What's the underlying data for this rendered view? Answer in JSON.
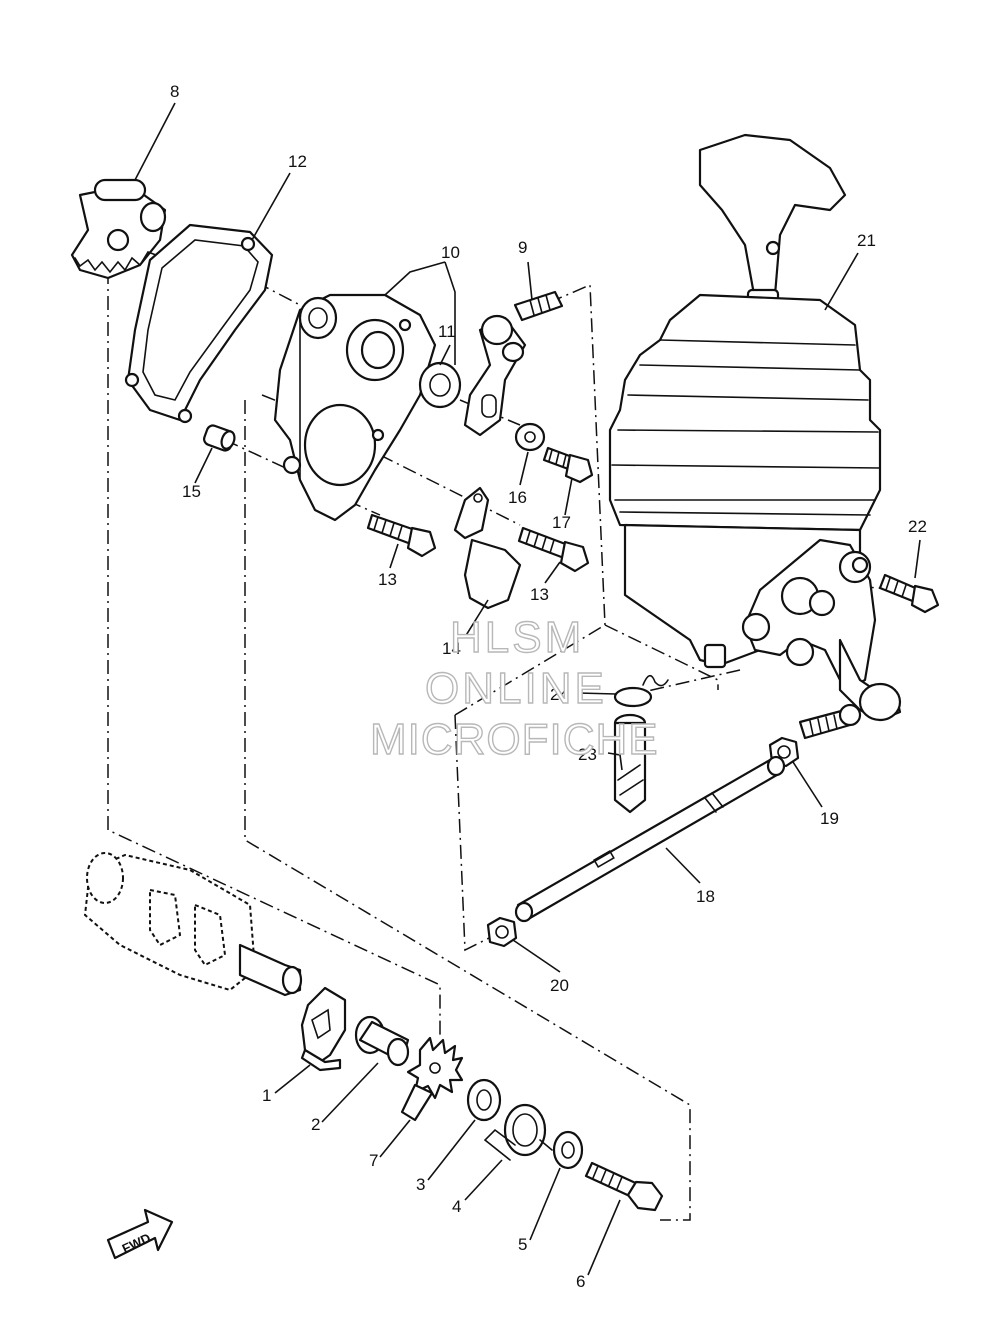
{
  "callouts": {
    "c1": "1",
    "c2": "2",
    "c3": "3",
    "c4": "4",
    "c5": "5",
    "c6": "6",
    "c7": "7",
    "c8": "8",
    "c9": "9",
    "c10": "10",
    "c11": "11",
    "c12": "12",
    "c13a": "13",
    "c13b": "13",
    "c14": "14",
    "c15": "15",
    "c16": "16",
    "c17": "17",
    "c18": "18",
    "c19": "19",
    "c20": "20",
    "c21": "21",
    "c22": "22",
    "c23": "23",
    "c24": "24"
  },
  "watermark": {
    "line1": "HLSM",
    "line2": "ONLINE",
    "line3": "MICROFICHE"
  },
  "fwd_label": "FWD",
  "colors": {
    "ink": "#111111",
    "watermark": "#b8b8b8",
    "background": "#ffffff"
  }
}
